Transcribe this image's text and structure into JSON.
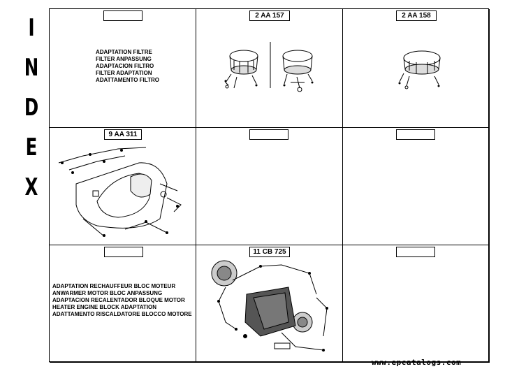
{
  "index_letters": [
    "I",
    "N",
    "D",
    "E",
    "X"
  ],
  "cells": [
    {
      "tag": "",
      "desc": [
        "ADAPTATION FILTRE",
        "FILTER ANPASSUNG",
        "ADAPTACION FILTRO",
        "FILTER ADAPTATION",
        "ADATTAMENTO FILTRO"
      ]
    },
    {
      "tag": "2 AA 157"
    },
    {
      "tag": "2 AA 158"
    },
    {
      "tag": "9 AA 311"
    },
    {
      "tag": ""
    },
    {
      "tag": ""
    },
    {
      "tag": "",
      "desc": [
        "ADAPTATION RECHAUFFEUR BLOC MOTEUR",
        "ANWARMER MOTOR BLOC ANPASSUNG",
        "ADAPTACION RECALENTADOR BLOQUE MOTOR",
        "HEATER ENGINE BLOCK ADAPTATION",
        "ADATTAMENTO RISCALDATORE BLOCCO MOTORE"
      ]
    },
    {
      "tag": "11 CB 725"
    },
    {
      "tag": ""
    }
  ],
  "website": "www.epcatalogs.com"
}
